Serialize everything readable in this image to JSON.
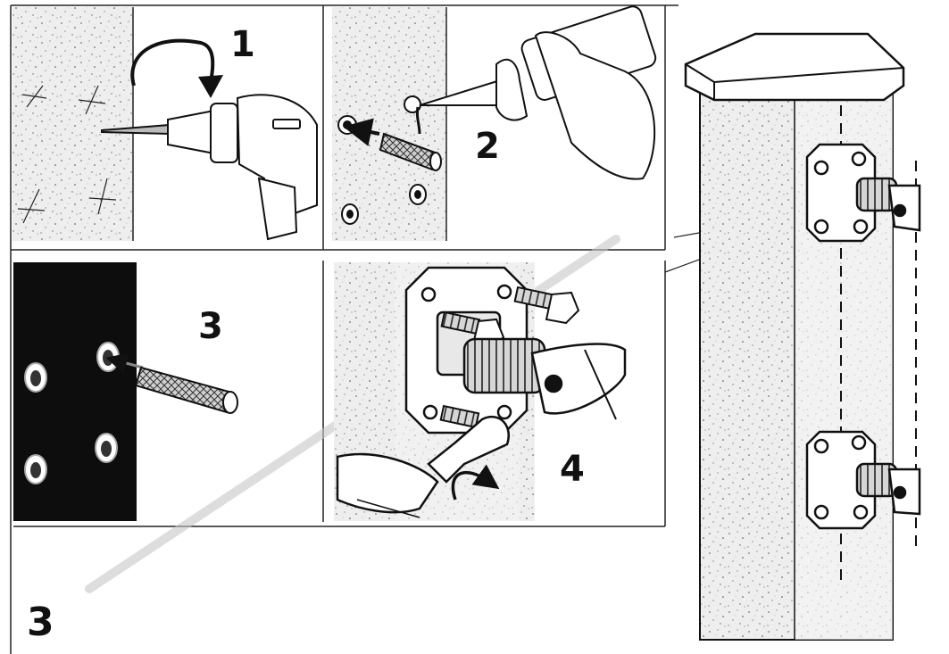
{
  "steps": {
    "drill": "1",
    "insert_plug": "2",
    "insert_anchor": "3",
    "bolt_bracket": "4"
  },
  "section_number": "3",
  "colors": {
    "ink": "#111111",
    "concrete": "#eeeeee",
    "dark_wall": "#0d0d0d",
    "paper": "#ffffff"
  }
}
